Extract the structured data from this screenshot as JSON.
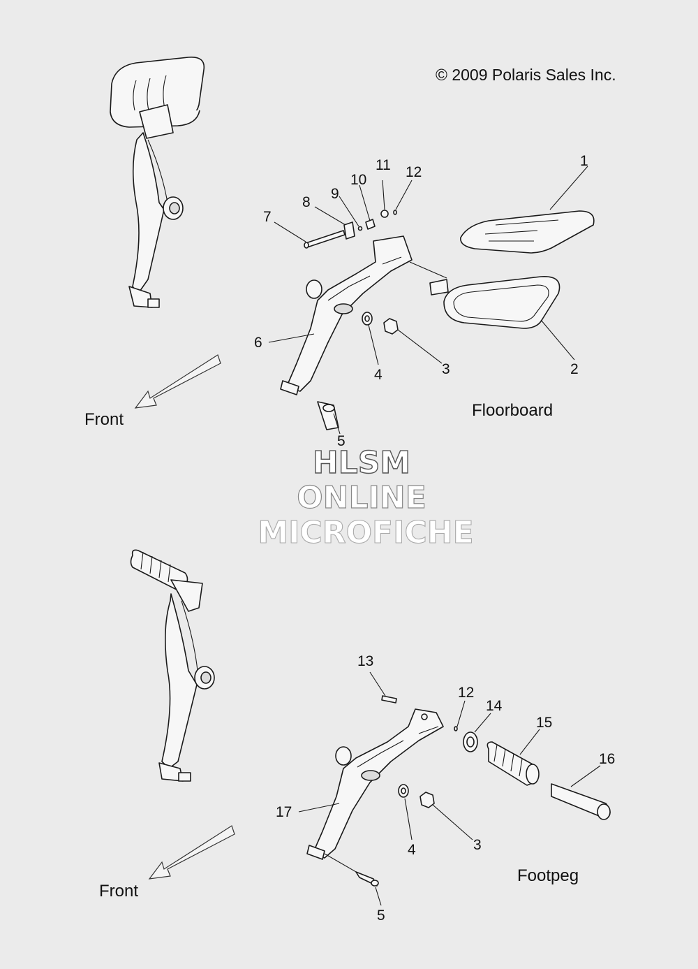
{
  "copyright": "© 2009 Polaris Sales Inc.",
  "watermark": {
    "line1": "HLSM",
    "line2": "ONLINE",
    "line3": "MICROFICHE"
  },
  "sections": {
    "floorboard": {
      "title": "Floorboard",
      "front_label": "Front",
      "callouts": [
        "1",
        "2",
        "3",
        "4",
        "5",
        "6",
        "7",
        "8",
        "9",
        "10",
        "11",
        "12"
      ]
    },
    "footpeg": {
      "title": "Footpeg",
      "front_label": "Front",
      "callouts": [
        "13",
        "12",
        "14",
        "15",
        "16",
        "17",
        "4",
        "3",
        "5"
      ]
    }
  }
}
